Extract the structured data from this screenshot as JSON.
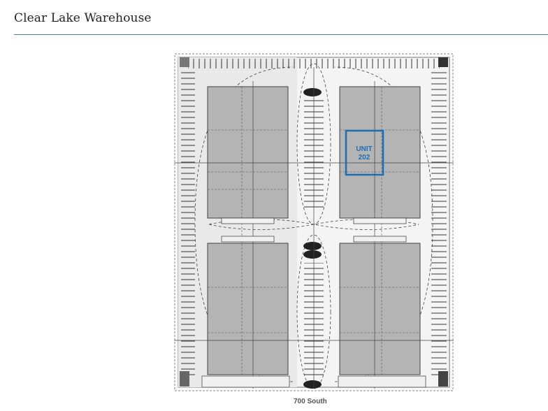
{
  "header": {
    "title": "Clear Lake Warehouse",
    "rule_color": "#4a8798"
  },
  "site_plan": {
    "highlight_label_line1": "UNIT",
    "highlight_label_line2": "202",
    "highlight_color": "#1a6fb5",
    "building_color": "#b4b4b4",
    "street_label": "700 South"
  }
}
